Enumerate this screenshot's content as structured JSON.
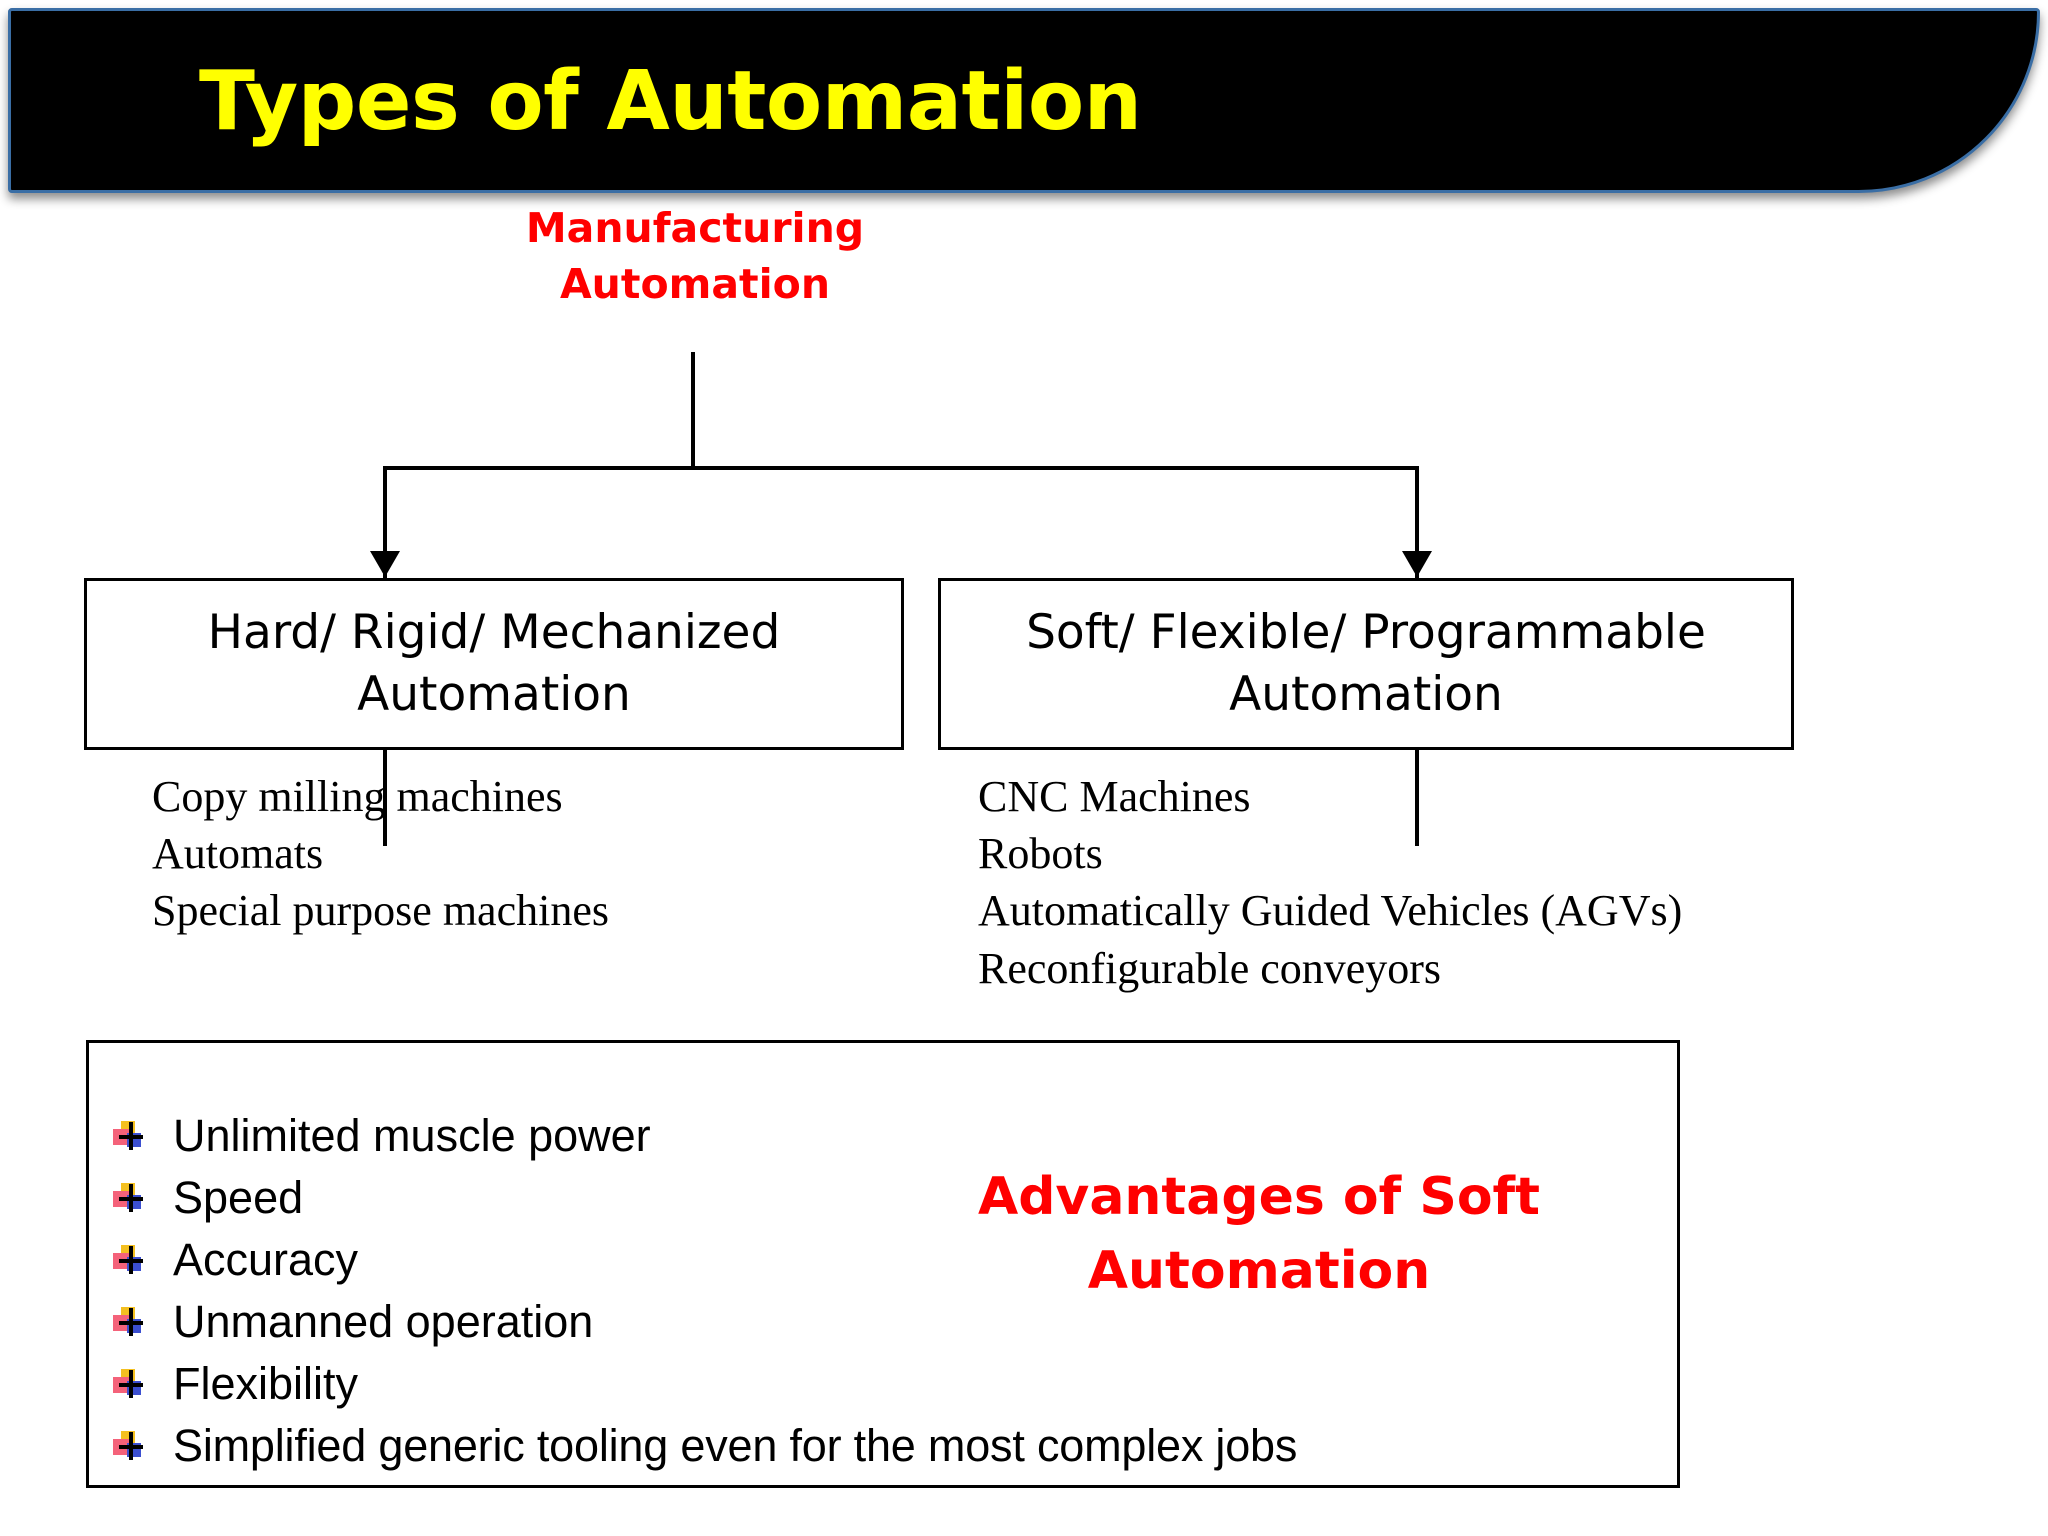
{
  "slide": {
    "title": "Types of Automation",
    "title_color": "#ffff00",
    "banner_bg": "#000000",
    "banner_border": "#3a6ea5",
    "accent_red": "#ff0000"
  },
  "diagram": {
    "root": {
      "line1": "Manufacturing",
      "line2": "Automation"
    },
    "branches": [
      {
        "box_line1": "Hard/ Rigid/ Mechanized",
        "box_line2": "Automation",
        "examples": [
          "Copy milling machines",
          "Automats",
          "Special purpose machines"
        ]
      },
      {
        "box_line1": "Soft/ Flexible/ Programmable",
        "box_line2": "Automation",
        "examples": [
          "CNC Machines",
          "Robots",
          "Automatically Guided Vehicles (AGVs)",
          "Reconfigurable conveyors"
        ]
      }
    ]
  },
  "advantages": {
    "heading_line1": "Advantages of Soft",
    "heading_line2": "Automation",
    "heading_color": "#ff0000",
    "bullet_icon": "four-square-cross-bullet-icon",
    "items": [
      "Unlimited muscle power",
      "Speed",
      "Accuracy",
      "Unmanned operation",
      "Flexibility",
      "Simplified generic tooling even for the most complex jobs"
    ]
  }
}
